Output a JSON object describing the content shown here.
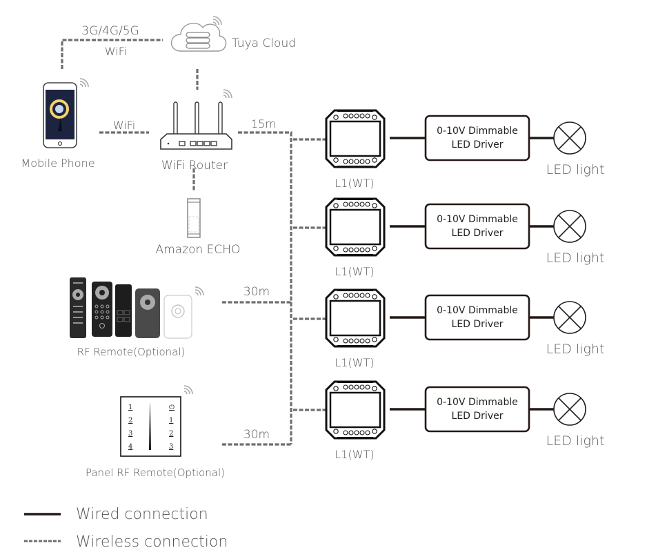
{
  "diagram": {
    "nodes": {
      "cloud": {
        "label": "Tuya Cloud",
        "icon": "cloud-server-icon"
      },
      "phone": {
        "label": "Mobile Phone",
        "icon": "smartphone-icon"
      },
      "router": {
        "label": "WiFi Router",
        "icon": "router-icon"
      },
      "echo": {
        "label": "Amazon ECHO",
        "icon": "smart-speaker-icon"
      },
      "rf_remote": {
        "label": "RF Remote(Optional)",
        "icon": "rf-remotes-icon"
      },
      "panel_remote": {
        "label": "Panel RF Remote(Optional)",
        "icon": "wall-panel-icon",
        "left_keys": [
          "1",
          "2",
          "3",
          "4"
        ],
        "right_keys": [
          "⏻",
          "1",
          "2",
          "3"
        ]
      }
    },
    "links": {
      "phone_cloud_top": "3G/4G/5G",
      "phone_cloud_bottom": "WiFi",
      "phone_router": "WiFi",
      "router_bus": "15m",
      "rf_remote_bus": "30m",
      "panel_bus": "30m"
    },
    "channels": [
      {
        "controller": "L1(WT)",
        "driver_line1": "0-10V Dimmable",
        "driver_line2": "LED Driver",
        "light": "LED light"
      },
      {
        "controller": "L1(WT)",
        "driver_line1": "0-10V Dimmable",
        "driver_line2": "LED Driver",
        "light": "LED light"
      },
      {
        "controller": "L1(WT)",
        "driver_line1": "0-10V Dimmable",
        "driver_line2": "LED Driver",
        "light": "LED light"
      },
      {
        "controller": "L1(WT)",
        "driver_line1": "0-10V Dimmable",
        "driver_line2": "LED Driver",
        "light": "LED light"
      }
    ]
  },
  "legend": {
    "wired": "Wired connection",
    "wireless": "Wireless connection"
  },
  "colors": {
    "wired": "#231815",
    "wireless": "#6e6e6e",
    "label_text": "#555555",
    "phone_ring": "#f5d26b",
    "phone_screen": "#1c2440"
  }
}
